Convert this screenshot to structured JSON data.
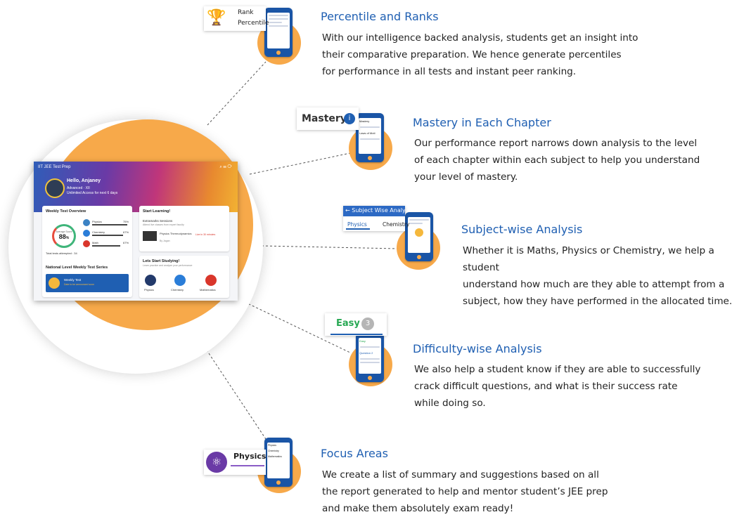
{
  "hero": {
    "app_title": "IIT JEE Test Prep",
    "greeting": "Hello, Anjaney",
    "level": "Advanced · XII",
    "access": "Unlimited Access for next 6 days",
    "weekly_overview": "Weekly Test Overview",
    "average_label": "Average Score",
    "average_value": "88",
    "average_unit": "%",
    "subjects": [
      {
        "name": "Physics",
        "pct": "75%"
      },
      {
        "name": "Chemistry",
        "pct": "67%"
      },
      {
        "name": "Math",
        "pct": "67%"
      }
    ],
    "total_tests": "Total tests attempted : 34",
    "national_series": "National Level Weekly Test Series",
    "weekly_test": "Weekly Test",
    "weekly_test_sub": "Date to be announced soon",
    "start_learning": "Start Learning!",
    "sessions_title": "Extramarks Sessions",
    "sessions_sub": "Attend live classes from expert faculty",
    "video_title": "Physics Thermodynamics",
    "video_by": "By Jagan",
    "live_label": "Live in 30 minutes",
    "lets_start": "Lets Start Studying!",
    "lets_start_sub": "Learn practice and analyse your performance",
    "study_subjects": [
      "Physics",
      "Chemistry",
      "Mathematics"
    ]
  },
  "features": [
    {
      "title": "Percentile and Ranks",
      "description": "With our intelligence backed analysis, students get an insight into\ntheir comparative preparation. We hence generate percentiles\nfor performance in all tests and instant peer ranking.",
      "badge": {
        "line1": "Rank",
        "line2": "Percentile"
      },
      "icon": "trophy-icon"
    },
    {
      "title": "Mastery in Each Chapter",
      "description": "Our performance report narrows down analysis to the level\nof each chapter within each subject to help you understand\nyour level of mastery.",
      "badge": {
        "label": "Mastery",
        "info": "i"
      },
      "phone_text": [
        "Mastery",
        "Laws of Moti"
      ]
    },
    {
      "title": "Subject-wise Analysis",
      "description": "Whether it is Maths, Physics or Chemistry, we help a student\nunderstand how much are they able to attempt from a\nsubject, how they have performed in the allocated time.",
      "badge": {
        "header": "Subject Wise Analys",
        "tab1": "Physics",
        "tab2": "Chemistry"
      }
    },
    {
      "title": "Difficulty-wise Analysis",
      "description": "We also help a student know if they are able to successfully\ncrack difficult questions, and what is their success rate\nwhile doing so.",
      "badge": {
        "label": "Easy",
        "count": "3"
      },
      "phone_text": [
        "Easy",
        "Question 2"
      ]
    },
    {
      "title": "Focus Areas",
      "description": "We create a list of summary and suggestions based on all\nthe report generated to help and mentor student’s JEE prep\nand make them absolutely exam ready!",
      "badge": {
        "label": "Physics"
      },
      "phone_text": [
        "Physics",
        "Chemistry",
        "Mathematics"
      ]
    }
  ],
  "colors": {
    "accent_blue": "#1f5fb2",
    "orange": "#f7a94a",
    "phone_blue": "#1a55a6",
    "easy_green": "#27a853"
  }
}
